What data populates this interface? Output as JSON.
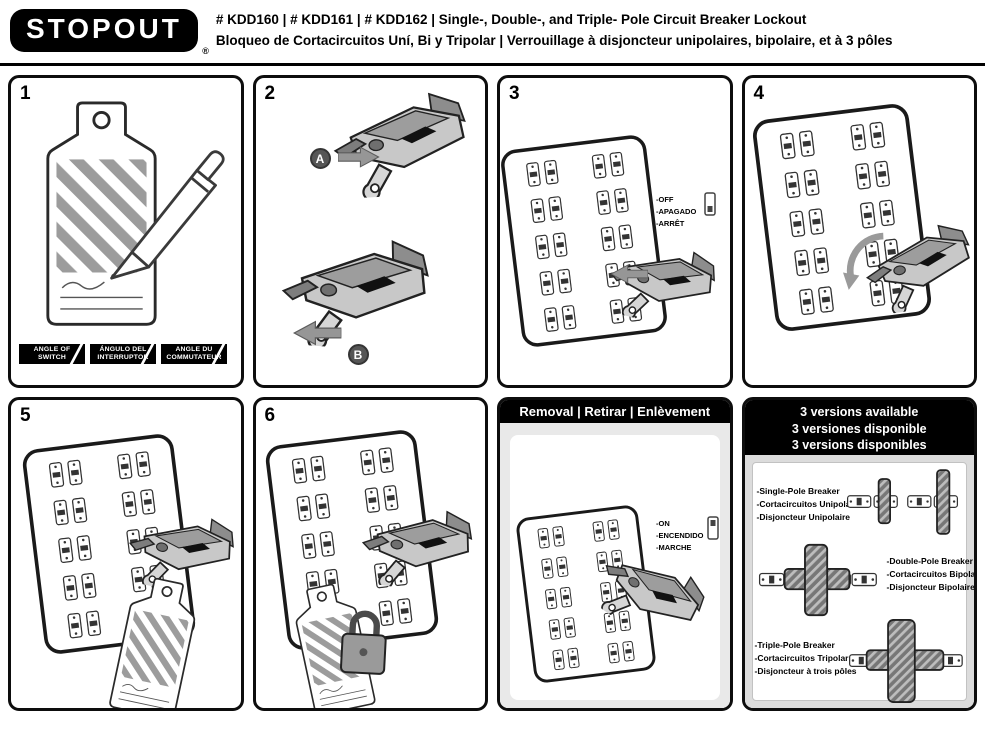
{
  "header": {
    "logo_text": "STOPOUT",
    "registered_mark": "®",
    "title_en": "# KDD160 | # KDD161 | # KDD162 | Single-, Double-, and Triple- Pole Circuit Breaker Lockout",
    "title_intl": "Bloqueo de Cortacircuitos Uní, Bi y Tripolar | Verrouillage à disjoncteur unipolaires, bipolaire, et à 3 pôles"
  },
  "steps": {
    "step1": {
      "number": "1",
      "chips": [
        {
          "line1": "ANGLE OF",
          "line2": "SWITCH"
        },
        {
          "line1": "ÁNGULO DEL",
          "line2": "INTERRUPTOR"
        },
        {
          "line1": "ANGLE DU",
          "line2": "COMMUTATEUR"
        }
      ]
    },
    "step2": {
      "number": "2",
      "badge_a": "A",
      "badge_b": "B"
    },
    "step3": {
      "number": "3",
      "switch_labels": [
        "-OFF",
        "-APAGADO",
        "-ARRÊT"
      ]
    },
    "step4": {
      "number": "4"
    },
    "step5": {
      "number": "5"
    },
    "step6": {
      "number": "6"
    }
  },
  "removal": {
    "title": "Removal | Retirar | Enlèvement",
    "switch_labels": [
      "-ON",
      "-ENCENDIDO",
      "-MARCHE"
    ]
  },
  "versions": {
    "header_lines": [
      "3 versions available",
      "3 versiones disponible",
      "3 versions disponibles"
    ],
    "single": [
      "-Single-Pole Breaker",
      "-Cortacircuitos Unipolar",
      "-Disjoncteur Unipolaire"
    ],
    "double": [
      "-Double-Pole Breaker",
      "-Cortacircuitos Bipolar",
      "-Disjoncteur Bipolaire"
    ],
    "triple": [
      "-Triple-Pole Breaker",
      "-Cortacircuitos Tripolar",
      "-Disjoncteur à trois pôles"
    ]
  }
}
